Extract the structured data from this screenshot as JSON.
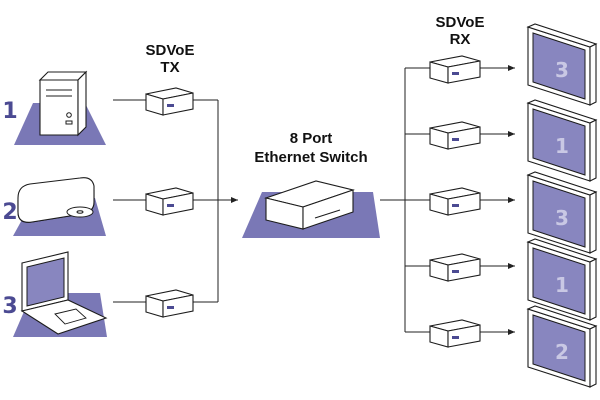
{
  "labels": {
    "tx": [
      "SDVoE",
      "TX"
    ],
    "rx": [
      "SDVoE",
      "RX"
    ],
    "switch": [
      "8 Port",
      "Ethernet Switch"
    ]
  },
  "sources": [
    {
      "number": "1",
      "icon": "desktop-tower-icon"
    },
    {
      "number": "2",
      "icon": "media-player-icon"
    },
    {
      "number": "3",
      "icon": "laptop-icon"
    }
  ],
  "displays": [
    {
      "number": "3"
    },
    {
      "number": "1"
    },
    {
      "number": "3"
    },
    {
      "number": "1"
    },
    {
      "number": "2"
    }
  ],
  "colors": {
    "accent": "#7a78b6",
    "screen": "#8886bf",
    "number": "#4b4a92",
    "line": "#222222"
  }
}
